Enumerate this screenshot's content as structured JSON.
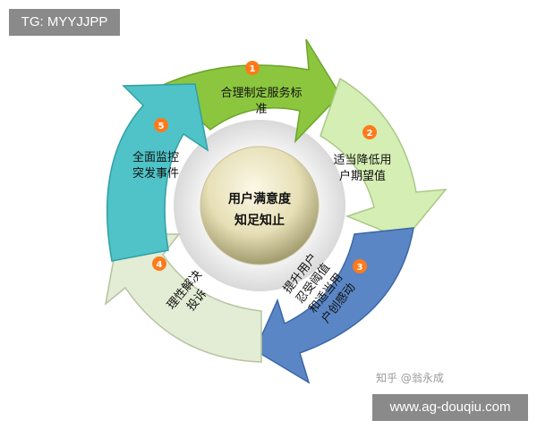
{
  "watermark_top": "TG: MYYJJPP",
  "watermark_bottom": "www.ag-douqiu.com",
  "credit": "知乎 @翁永成",
  "center": {
    "line1": "用户满意度",
    "line2": "知足知止"
  },
  "segments": [
    {
      "number": "1",
      "line1": "合理制定服务标",
      "line2": "准",
      "color": "#8cc63f"
    },
    {
      "number": "2",
      "line1": "适当降低用",
      "line2": "户期望值",
      "color": "#d4eeb3"
    },
    {
      "number": "3",
      "line1": "提升用户",
      "line2": "忍受阈值",
      "line3": "和适当用",
      "line4": "户创感动",
      "color": "#5a86c5"
    },
    {
      "number": "4",
      "line1": "理性解决",
      "line2": "投诉",
      "color": "#e3ecd4"
    },
    {
      "number": "5",
      "line1": "全面监控",
      "line2": "突发事件",
      "color": "#4fc3c7"
    }
  ],
  "colors": {
    "badge": "#ff7a1a",
    "center": "#e4dfb5"
  }
}
